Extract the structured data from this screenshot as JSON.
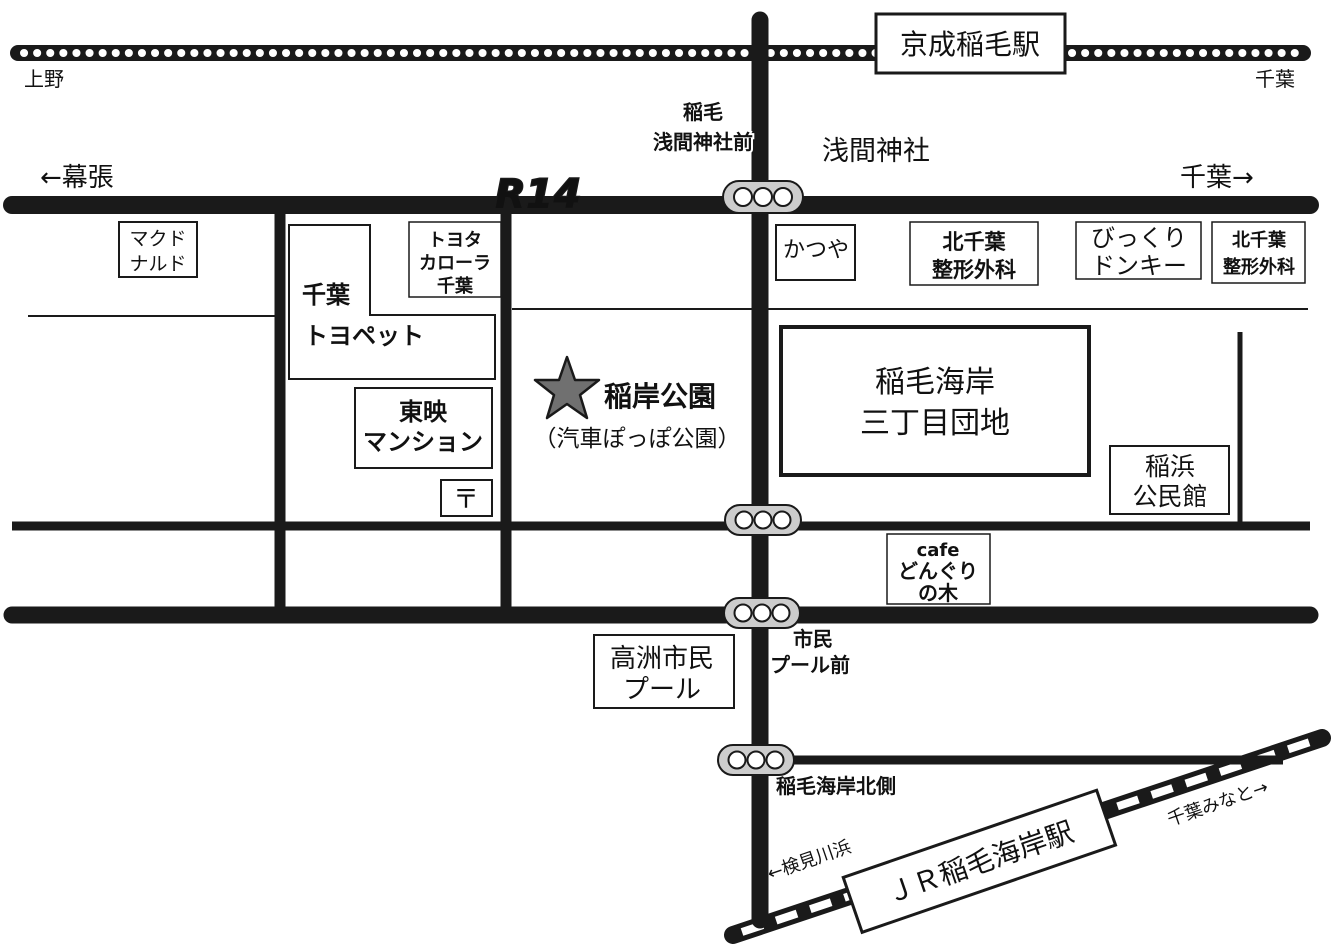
{
  "stations": {
    "keisei": "京成稲毛駅",
    "jr": "ＪＲ稲毛海岸駅"
  },
  "directions": {
    "ueno": "上野",
    "chiba_top": "千葉",
    "makuhari": "←幕張",
    "chiba_right": "千葉→",
    "kemigawahama": "←検見川浜",
    "chiba_minato": "千葉みなと→"
  },
  "route": "R14",
  "intersections": {
    "sengen_line1": "稲毛",
    "sengen_line2": "浅間神社前",
    "pool_line1": "市民",
    "pool_line2": "プール前",
    "kaigan_north": "稲毛海岸北側"
  },
  "landmarks": {
    "sengen_shrine": "浅間神社",
    "mcdonalds_line1": "マクド",
    "mcdonalds_line2": "ナルド",
    "toyota_line1": "トヨタ",
    "toyota_line2": "カローラ",
    "toyota_line3": "千葉",
    "toyopet_line1": "千葉",
    "toyopet_line2": "トヨペット",
    "katsuya": "かつや",
    "kitachiba1_line1": "北千葉",
    "kitachiba1_line2": "整形外科",
    "donkey_line1": "びっくり",
    "donkey_line2": "ドンキー",
    "kitachiba2_line1": "北千葉",
    "kitachiba2_line2": "整形外科",
    "toei_line1": "東映",
    "toei_line2": "マンション",
    "post_office": "〒",
    "park_name": "稲岸公園",
    "park_alias": "（汽車ぽっぽ公園）",
    "danchi_line1": "稲毛海岸",
    "danchi_line2": "三丁目団地",
    "kominkan_line1": "稲浜",
    "kominkan_line2": "公民館",
    "cafe_line1": "cafe",
    "cafe_line2": "どんぐり",
    "cafe_line3": "の木",
    "pool_line1": "高洲市民",
    "pool_line2": "プール"
  },
  "colors": {
    "road": "#1a1a1a",
    "star": "#707070",
    "background": "#ffffff"
  }
}
